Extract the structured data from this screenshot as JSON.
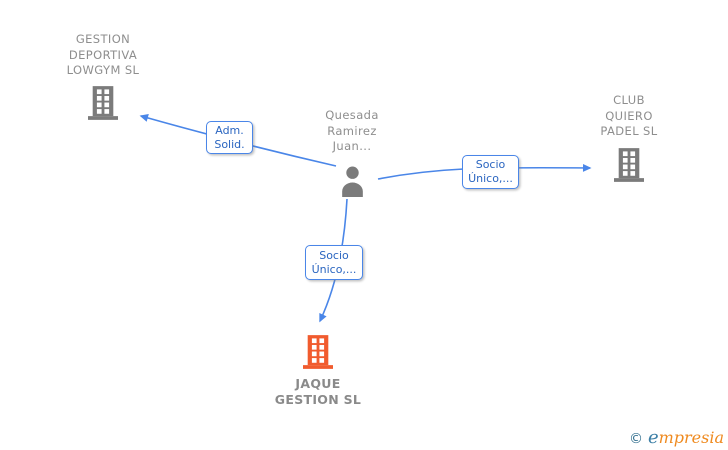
{
  "diagram": {
    "nodes": {
      "company_top_left": {
        "lines": [
          "GESTION",
          "DEPORTIVA",
          "LOWGYM SL"
        ],
        "icon": "building-icon",
        "icon_color": "#7b7b7b"
      },
      "person_center": {
        "lines": [
          "Quesada",
          "Ramirez",
          "Juan..."
        ],
        "icon": "person-icon",
        "icon_color": "#7b7b7b"
      },
      "company_right": {
        "lines": [
          "CLUB",
          "QUIERO",
          "PADEL SL"
        ],
        "icon": "building-icon",
        "icon_color": "#7b7b7b"
      },
      "company_bottom": {
        "lines": [
          "JAQUE",
          "GESTION SL"
        ],
        "icon": "building-icon",
        "icon_color": "#f15b2e"
      }
    },
    "edges": {
      "adm_solid": {
        "lines": [
          "Adm.",
          "Solid."
        ],
        "from": "person_center",
        "to": "company_top_left"
      },
      "socio_unico_right": {
        "lines": [
          "Socio",
          "Único,..."
        ],
        "from": "person_center",
        "to": "company_right"
      },
      "socio_unico_bottom": {
        "lines": [
          "Socio",
          "Único,..."
        ],
        "from": "person_center",
        "to": "company_bottom"
      }
    },
    "colors": {
      "edge_blue": "#4a86e8",
      "label_text_blue": "#2a65c0",
      "company_text_gray": "#8e8e8e",
      "building_gray": "#7b7b7b",
      "building_orange": "#f15b2e"
    }
  },
  "footer": {
    "copyright_symbol": "©",
    "brand_initial": "e",
    "brand_rest": "mpresia"
  }
}
